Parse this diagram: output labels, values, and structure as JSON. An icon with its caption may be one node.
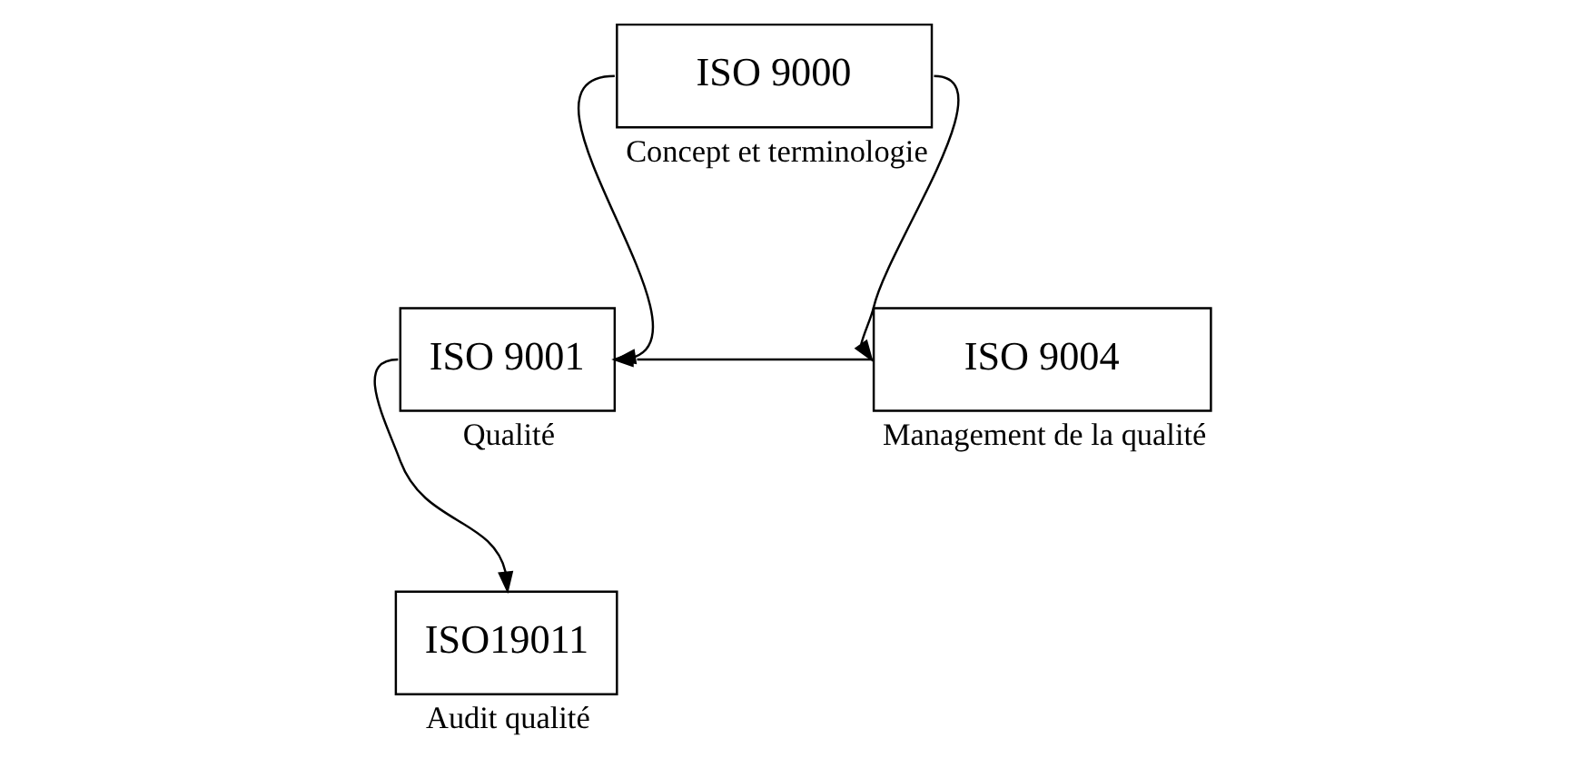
{
  "diagram": {
    "nodes": [
      {
        "text": [
          "ISO 9000"
        ],
        "beside": [
          "Concept et terminologie"
        ]
      },
      {
        "text": [
          "ISO 9001"
        ],
        "beside": [
          "Qualité"
        ]
      },
      {
        "text": [
          "ISO 9004"
        ],
        "beside": [
          "Management de la qualité"
        ]
      },
      {
        "text": [
          "ISO19011"
        ],
        "beside": [
          "Audit qualité"
        ]
      }
    ],
    "edges": [
      {
        "from": 0,
        "to": 1,
        "arrow": "to"
      },
      {
        "from": 0,
        "to": 2,
        "arrow": "to"
      },
      {
        "from": 2,
        "to": 1,
        "arrow": "to"
      },
      {
        "from": 1,
        "to": 3,
        "arrow": "to"
      }
    ]
  }
}
